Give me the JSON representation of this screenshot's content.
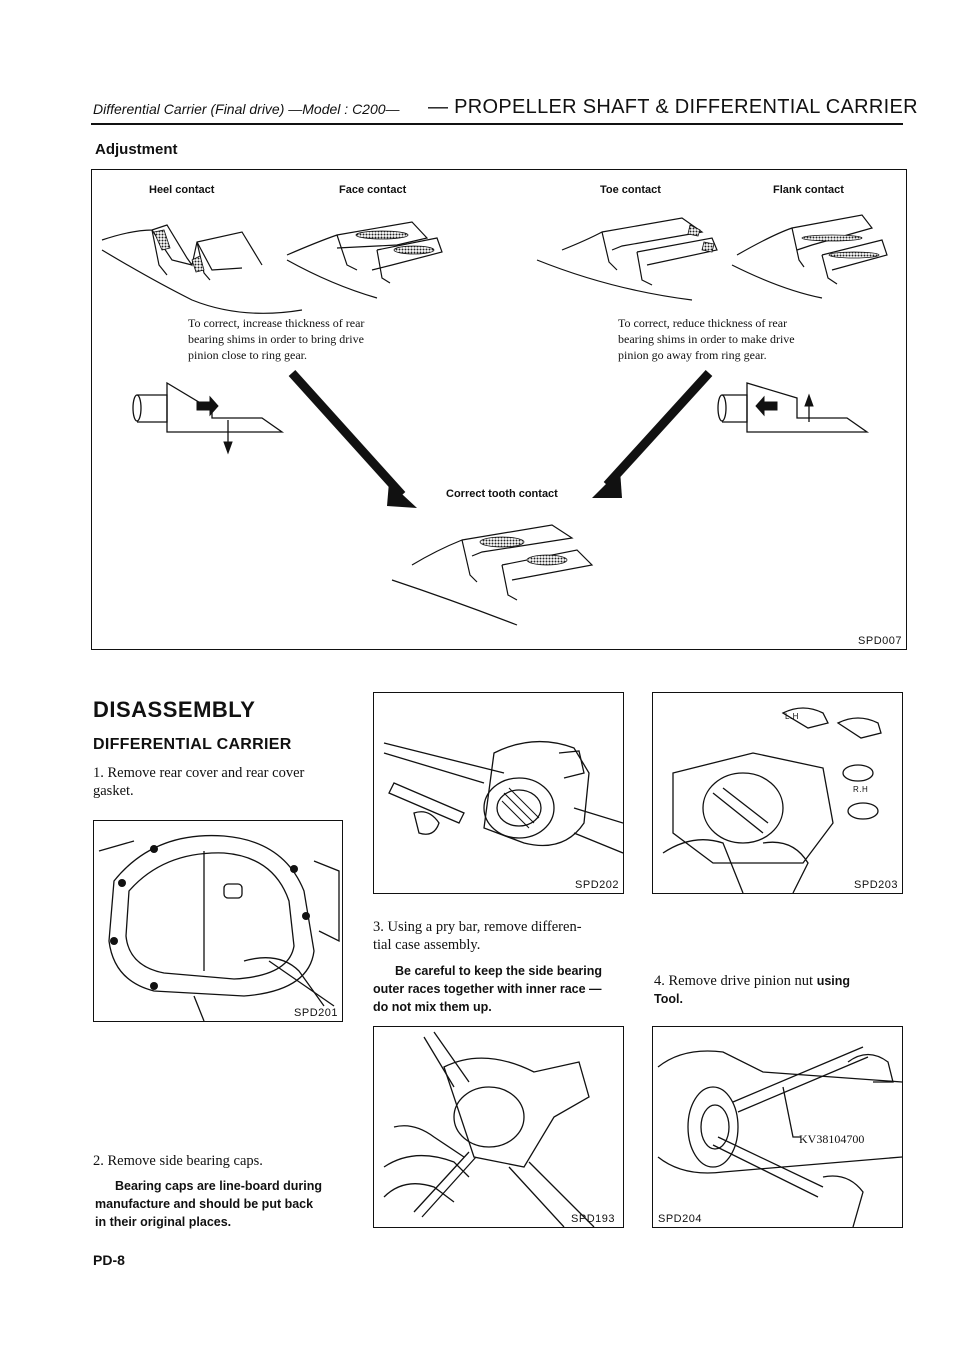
{
  "header": {
    "left": "Differential Carrier (Final drive) —Model : C200—",
    "right": "— PROPELLER SHAFT & DIFFERENTIAL CARRIER"
  },
  "section": {
    "adjustment": "Adjustment"
  },
  "adjust_figure": {
    "labels": {
      "heel": "Heel contact",
      "face": "Face contact",
      "toe": "Toe contact",
      "flank": "Flank contact",
      "correct": "Correct tooth contact"
    },
    "note_left": [
      "To correct, increase thickness of rear",
      "bearing shims in order to bring drive",
      "pinion close to ring gear."
    ],
    "note_right": [
      "To correct, reduce thickness of rear",
      "bearing shims in order to make drive",
      "pinion go away from ring gear."
    ],
    "code": "SPD007"
  },
  "disassembly": {
    "title": "DISASSEMBLY",
    "subtitle": "DIFFERENTIAL CARRIER",
    "step1": [
      "1.   Remove rear cover and rear cover",
      "gasket."
    ],
    "step2": "2.   Remove side bearing caps.",
    "step2_caution": [
      "Bearing caps are line-board during",
      "manufacture and should be put back",
      "in their original places."
    ],
    "step3": [
      "3.   Using a pry bar, remove differen-",
      "tial case assembly."
    ],
    "step3_caution": [
      "Be careful to keep the side bearing",
      "outer races together with inner race —",
      "do not mix them up."
    ],
    "step4_a": "4.   Remove drive pinion nut ",
    "step4_b": "using",
    "step4_c": "Tool."
  },
  "figures": {
    "spd201": "SPD201",
    "spd202": "SPD202",
    "spd203": "SPD203",
    "spd193": "SPD193",
    "spd204": "SPD204",
    "tool": "KV38104700",
    "cap_lh": "L.H",
    "cap_rh": "R.H"
  },
  "footer": {
    "page": "PD-8"
  }
}
